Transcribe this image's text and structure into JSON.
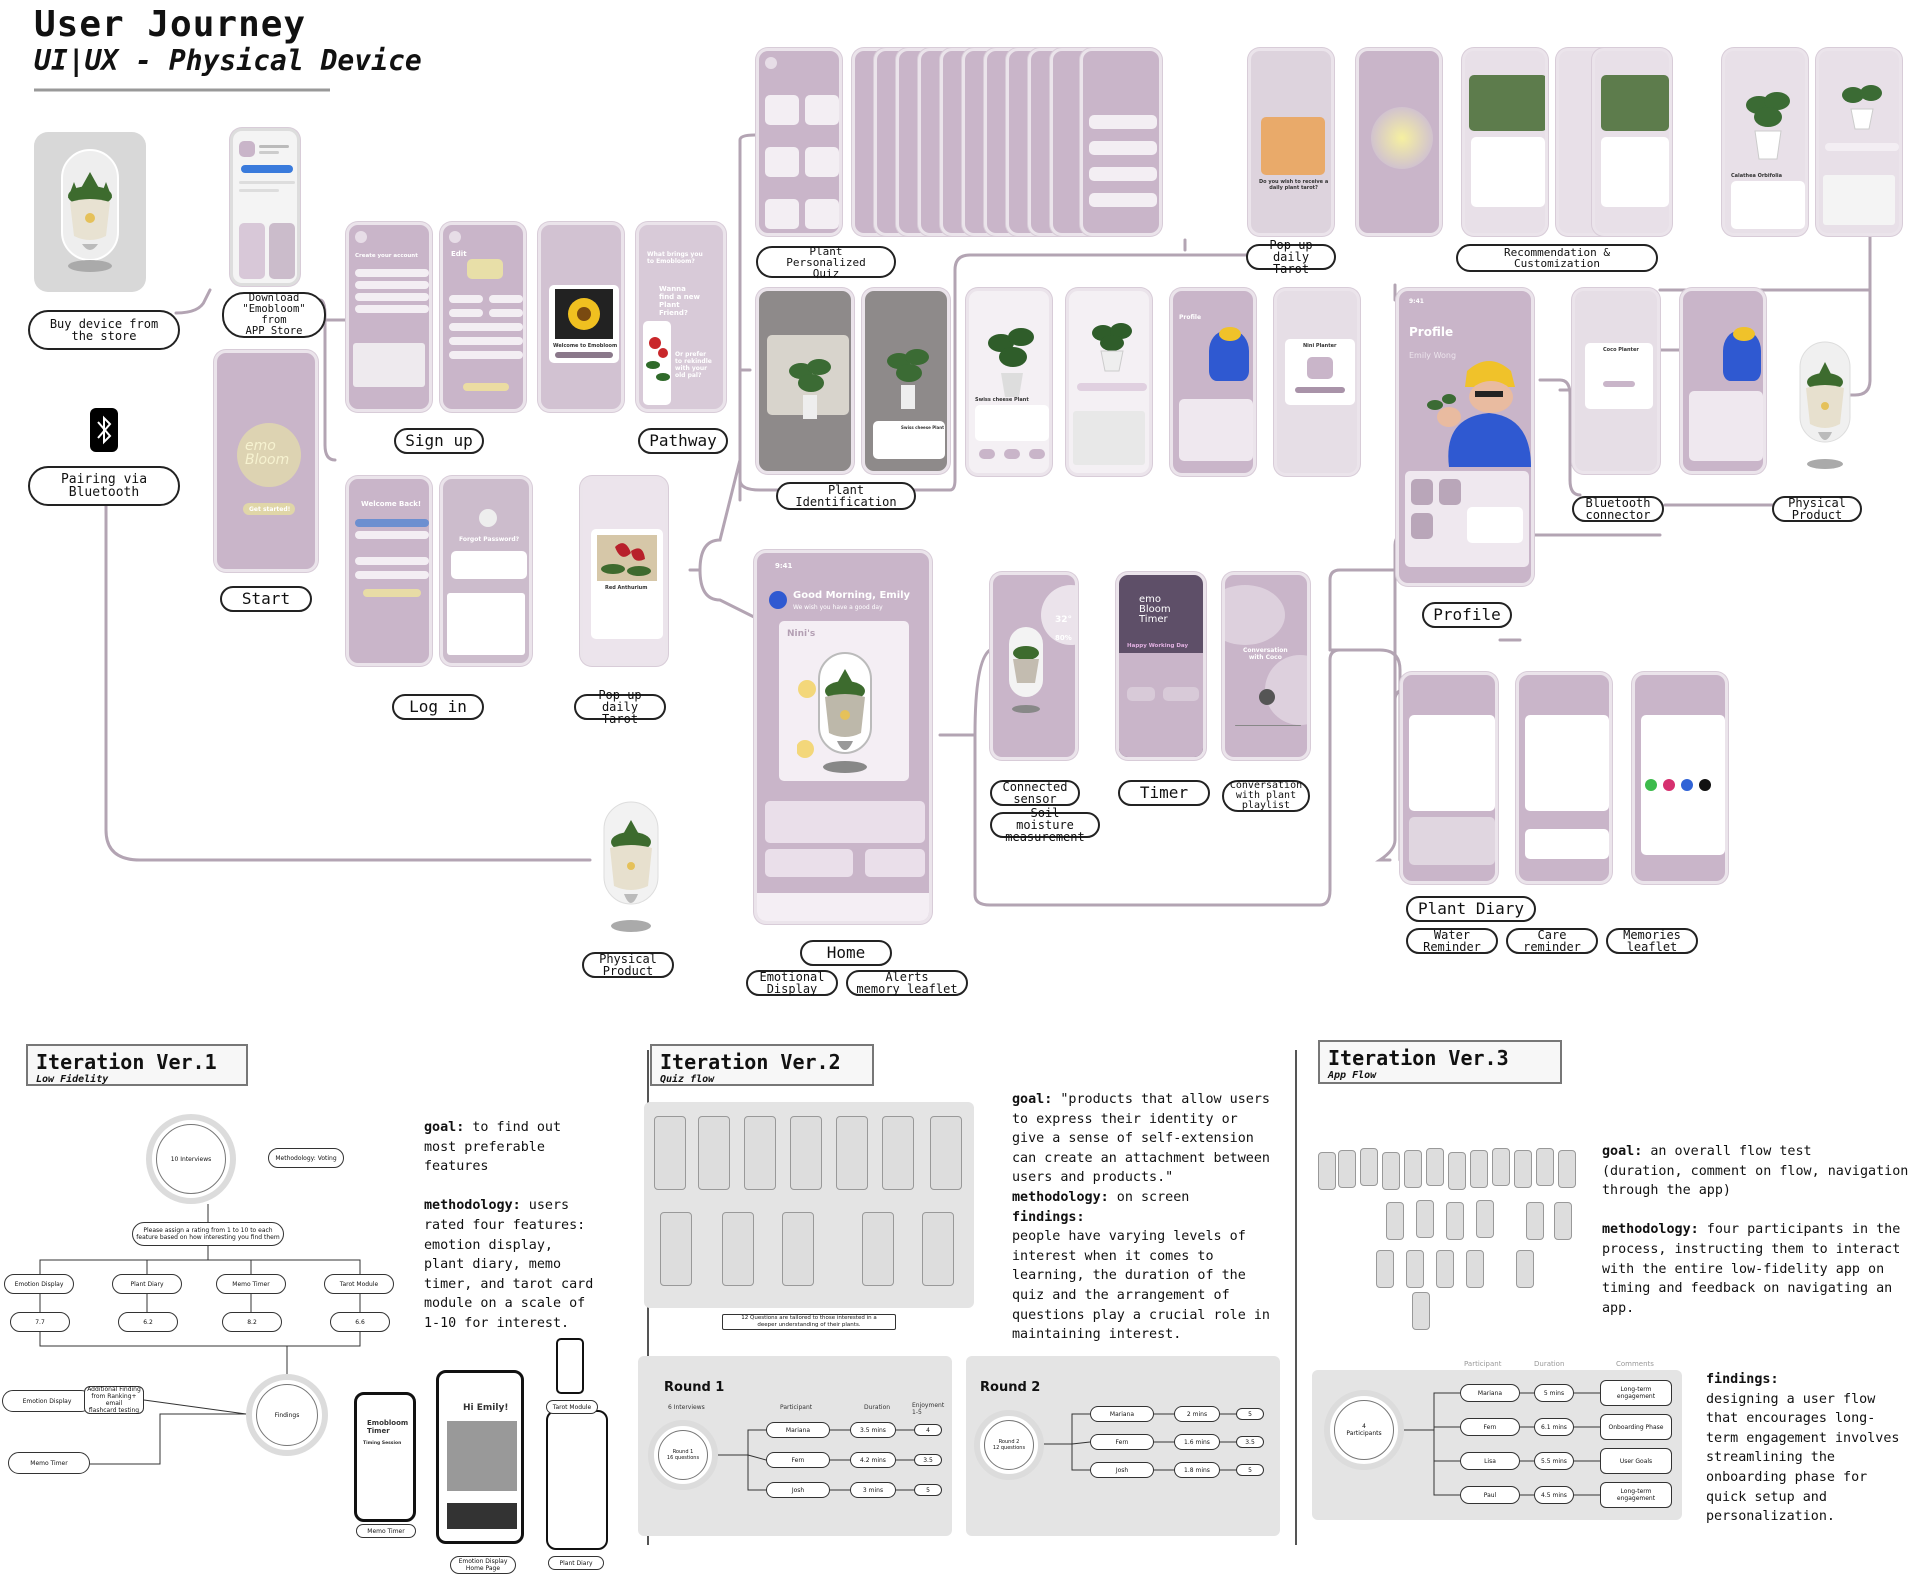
{
  "header": {
    "title": "User Journey",
    "subtitle": "UI|UX - Physical Device"
  },
  "journey": {
    "buy_device": "Buy device from\nthe store",
    "download_app": "Download\n\"Emobloom\" from\nAPP Store",
    "pairing": "Pairing via\nBluetooth",
    "start": "Start",
    "sign_up": "Sign up",
    "log_in": "Log in",
    "pathway": "Pathway",
    "pop_up_tarot_1": "Pop up\ndaily Tarot",
    "pop_up_tarot_2": "Pop up\ndaily Tarot",
    "plant_quiz": "Plant\nPersonalized\nQuiz",
    "plant_identification": "Plant\nIdentification",
    "recommendation": "Recommendation &\nCustomization",
    "profile": "Profile",
    "bluetooth_connector": "Bluetooth\nconnector",
    "physical_product_right": "Physical\nProduct",
    "physical_product_bottom": "Physical\nProduct",
    "home": "Home",
    "emotional_display": "Emotional\nDisplay",
    "alerts_memory": "Alerts\nmemory leaflet",
    "connected_sensor": "Connected\nsensor",
    "soil_moisture": "Soil moisture\nmeasurement",
    "timer": "Timer",
    "conversation": "Conversation\nwith plant\nplaylist",
    "plant_diary": "Plant Diary",
    "water_reminder": "Water\nReminder",
    "care_reminder": "Care\nreminder",
    "memories_leaflet": "Memories\nleaflet"
  },
  "screens": {
    "start_logo": "emo\nBloom",
    "start_button": "Get started!",
    "signup_title": "Create your account",
    "edit_title": "Edit",
    "welcome_title": "Welcome to Emobloom",
    "pathway_title": "What brings you\nto Emobloom?",
    "pathway_option1": "Wanna\nfind a new\nPlant\nFriend?",
    "pathway_option2": "Or prefer\nto rekindle\nwith your\nold pal?",
    "login_title": "Welcome Back!",
    "forgot_title": "Forgot Password?",
    "tarot_card": "Red Anthurium",
    "tarot_prompt": "Do you wish to receive a\ndaily plant tarot?",
    "home_greeting": "Good Morning, Emily",
    "home_sub": "We wish you have a good day",
    "home_plant": "Nini's",
    "home_time": "9:41",
    "profile_title": "Profile",
    "profile_name": "Emily Wong",
    "profile_time": "9:41",
    "timer_logo": "emo\nBloom\nTimer",
    "timer_sub": "Happy Working Day",
    "conversation_title": "Conversation\nwith Coco",
    "planter_title": "Nini Planter",
    "coco_planter": "Coco Planter",
    "swiss_cheese": "Swiss cheese Plant",
    "calathea": "Calathea Orbifolia",
    "sensor_temp": "32°",
    "sensor_moist": "80%"
  },
  "iteration1": {
    "title": "Iteration Ver.1",
    "subtitle": "Low Fidelity",
    "interviews": "10 Interviews",
    "method": "Methodology: Voting",
    "prompt": "Please assign a rating from 1 to 10 to each\nfeature based on how interesting you find them",
    "features": [
      "Emotion Display",
      "Plant Diary",
      "Memo Timer",
      "Tarot Module"
    ],
    "scores": [
      "7.7",
      "6.2",
      "8.2",
      "6.6"
    ],
    "findings": "Findings",
    "emotion_display": "Emotion Display",
    "additional": "Additional Finding\nfrom Ranking+ email\nflashcard testing",
    "memo_timer": "Memo Timer",
    "goal_label": "goal:",
    "goal_text": " to find out\nmost preferable\nfeatures",
    "method_label": "methodology:",
    "method_text": " users\nrated four features:\nemotion display,\nplant diary, memo\ntimer, and tarot card\nmodule on a scale of\n1-10 for interest.",
    "phone_greeting": "Hi Emily!",
    "phone_timer": "Emobloom\nTimer",
    "phone_timing": "Timing Session",
    "cap_memo": "Memo Timer",
    "cap_emotion": "Emotion Display\nHome Page",
    "cap_tarot": "Tarot Module",
    "cap_diary": "Plant Diary"
  },
  "iteration2": {
    "title": "Iteration Ver.2",
    "subtitle": "Quiz flow",
    "quiz_note": "12 Questions are tailored to those interested in a\ndeeper understanding of their plants.",
    "goal_label": "goal:",
    "goal_text": " \"products that allow users\nto express their identity or\ngive a sense of self-extension\ncan create an attachment between\nusers and products.\"",
    "method_label": "methodology:",
    "method_text": " on screen",
    "findings_label": "findings:",
    "findings_text": "\npeople have varying levels of\ninterest when it comes to\nlearning, the duration of the\nquiz and the arrangement of\nquestions play a crucial role in\nmaintaining interest.",
    "round1": {
      "title": "Round 1",
      "interviews": "6 Interviews",
      "center": "Round 1\n16 questions",
      "col_participant": "Participant",
      "col_duration": "Duration",
      "col_enjoyment": "Enjoyment\n1-5",
      "rows": [
        {
          "name": "Mariana",
          "duration": "3.5 mins",
          "score": "4"
        },
        {
          "name": "Fern",
          "duration": "4.2 mins",
          "score": "3.5"
        },
        {
          "name": "Josh",
          "duration": "3 mins",
          "score": "5"
        }
      ]
    },
    "round2": {
      "title": "Round 2",
      "center": "Round 2\n12 questions",
      "rows": [
        {
          "name": "Mariana",
          "duration": "2 mins",
          "score": "5"
        },
        {
          "name": "Fern",
          "duration": "1.6 mins",
          "score": "3.5"
        },
        {
          "name": "Josh",
          "duration": "1.8 mins",
          "score": "5"
        }
      ]
    }
  },
  "iteration3": {
    "title": "Iteration Ver.3",
    "subtitle": "App Flow",
    "goal_label": "goal:",
    "goal_text": " an overall flow test\n(duration, comment on flow, navigation\nthrough the app)",
    "method_label": "methodology:",
    "method_text": " four participants in the\nprocess, instructing them to interact\nwith the entire low-fidelity app on\ntiming and feedback on navigating an\napp.",
    "findings_label": "findings:",
    "findings_text": "\ndesigning a user flow\nthat encourages long-\nterm engagement involves\nstreamlining the\nonboarding phase for\nquick setup and\npersonalization.",
    "center": "4\nParticipants",
    "col_participant": "Participant",
    "col_duration": "Duration",
    "col_comments": "Comments",
    "rows": [
      {
        "name": "Mariana",
        "duration": "5 mins",
        "comment": "Long-term engagement"
      },
      {
        "name": "Fern",
        "duration": "6.1 mins",
        "comment": "Onboarding Phase"
      },
      {
        "name": "Lisa",
        "duration": "5.5 mins",
        "comment": "User Goals"
      },
      {
        "name": "Paul",
        "duration": "4.5 mins",
        "comment": "Long-term engagement"
      }
    ]
  },
  "colors": {
    "lavender": "#c9b5c9",
    "lavender_light": "#e9e0e9",
    "wire": "#b8a8b8",
    "ink": "#111111"
  },
  "icons": [
    "bluetooth-icon"
  ]
}
